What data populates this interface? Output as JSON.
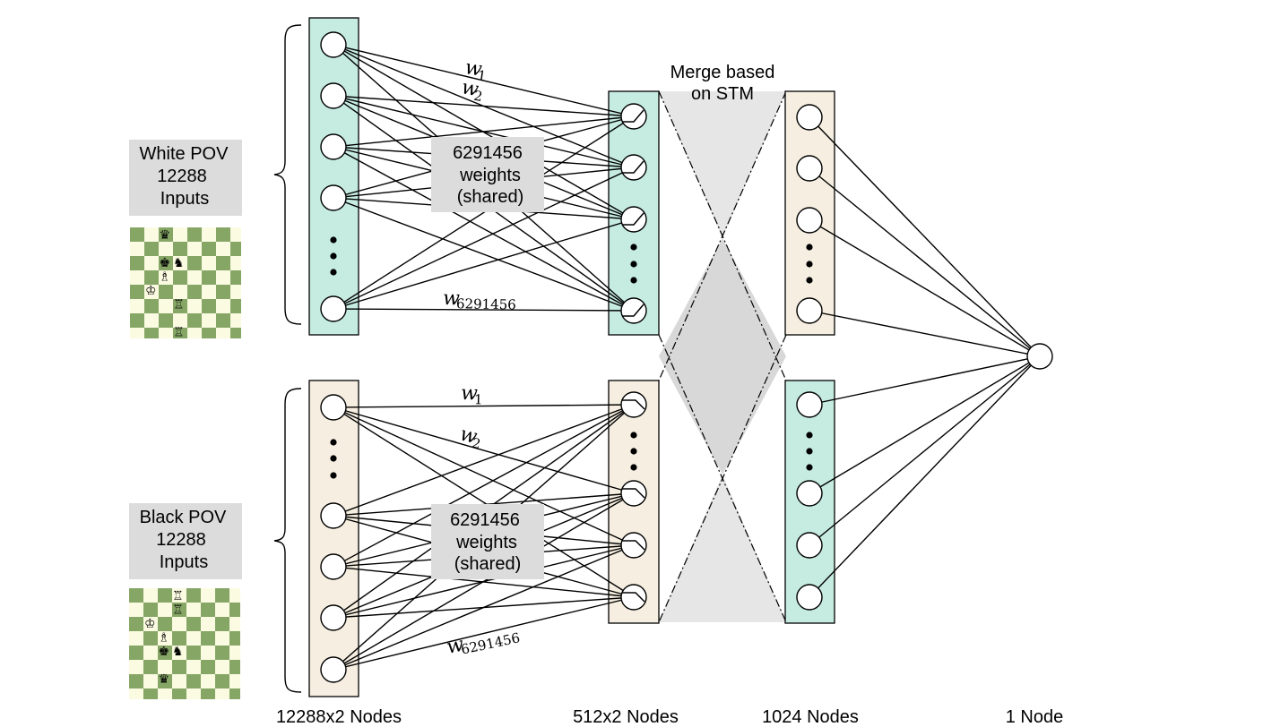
{
  "inputs": {
    "white": {
      "line1": "White POV",
      "line2": "12288",
      "line3": "Inputs"
    },
    "black": {
      "line1": "Black POV",
      "line2": "12288",
      "line3": "Inputs"
    }
  },
  "weights_box": {
    "line1": "6291456",
    "line2": "weights",
    "line3": "(shared)"
  },
  "weight_labels": {
    "w": "w",
    "sub1": "1",
    "sub2": "2",
    "sub_last": "6291456"
  },
  "merge_note": {
    "line1": "Merge based",
    "line2": "on STM"
  },
  "layer_labels": {
    "input": "12288x2 Nodes",
    "hidden": "512x2 Nodes",
    "merged": "1024 Nodes",
    "output": "1 Node"
  },
  "colors": {
    "teal": "#c6ece1",
    "cream": "#f6efe1",
    "box_gray": "#dcdcdc",
    "board_light": "#fbfbe2",
    "board_dark": "#86a666",
    "merge_gray": "#e6e6e6"
  },
  "boards": {
    "white_pov": [
      {
        "square": "c8",
        "piece": "black-queen",
        "glyph": "♛"
      },
      {
        "square": "c6",
        "piece": "black-king",
        "glyph": "♚"
      },
      {
        "square": "d6",
        "piece": "black-knight",
        "glyph": "♞"
      },
      {
        "square": "c5",
        "piece": "white-bishop",
        "glyph": "♗"
      },
      {
        "square": "b4",
        "piece": "white-king",
        "glyph": "♔"
      },
      {
        "square": "d3",
        "piece": "white-rook",
        "glyph": "♖"
      },
      {
        "square": "d1",
        "piece": "white-rook",
        "glyph": "♖"
      }
    ],
    "black_pov": [
      {
        "square": "d8",
        "piece": "white-rook",
        "glyph": "♖"
      },
      {
        "square": "d7",
        "piece": "white-rook",
        "glyph": "♖"
      },
      {
        "square": "b6",
        "piece": "white-king",
        "glyph": "♔"
      },
      {
        "square": "c5",
        "piece": "white-bishop",
        "glyph": "♗"
      },
      {
        "square": "c4",
        "piece": "black-king",
        "glyph": "♚"
      },
      {
        "square": "d4",
        "piece": "black-knight",
        "glyph": "♞"
      },
      {
        "square": "c2",
        "piece": "black-queen",
        "glyph": "♛"
      }
    ]
  }
}
